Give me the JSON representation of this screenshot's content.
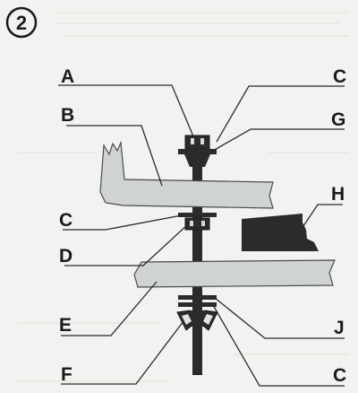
{
  "step_number": "2",
  "labels": {
    "A": "A",
    "B": "B",
    "C_top": "C",
    "G": "G",
    "H": "H",
    "C_mid": "C",
    "D": "D",
    "E": "E",
    "J": "J",
    "F": "F",
    "C_bottom": "C"
  },
  "colors": {
    "background": "#f2f2f0",
    "board": "#cfd3d2",
    "hardware": "#2b2b2b"
  }
}
